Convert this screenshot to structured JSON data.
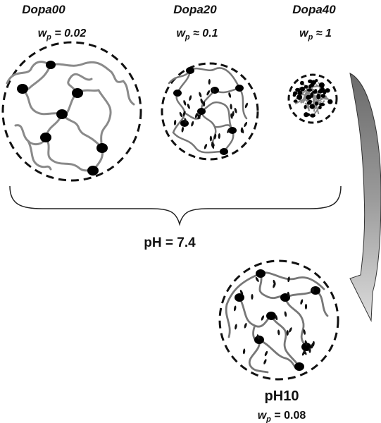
{
  "samples": [
    {
      "name": "Dopa00",
      "wp_symbol": "w",
      "wp_sub": "p",
      "wp_value": " = 0.02"
    },
    {
      "name": "Dopa20",
      "wp_symbol": "w",
      "wp_sub": "p",
      "wp_value": " ≈ 0.1"
    },
    {
      "name": "Dopa40",
      "wp_symbol": "w",
      "wp_sub": "p",
      "wp_value": " ≈ 1"
    }
  ],
  "group_label": "pH = 7.4",
  "result": {
    "name": "pH10",
    "wp_symbol": "w",
    "wp_sub": "p",
    "wp_value": " = 0.08"
  },
  "colors": {
    "chain": "#8a8a8a",
    "crosslink": "#000000",
    "dash": "#111111",
    "arrow_dark": "#6f6f6f",
    "arrow_light": "#d9d9d9"
  }
}
